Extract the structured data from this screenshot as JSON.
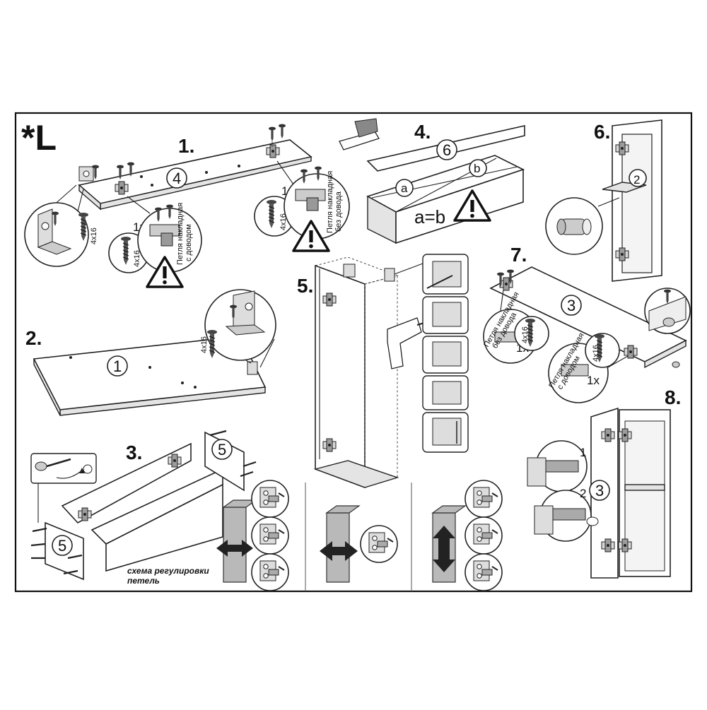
{
  "sheet": {
    "variant_label": "*L",
    "step_numbers": [
      "1.",
      "2.",
      "3.",
      "4.",
      "5.",
      "6.",
      "7.",
      "8."
    ]
  },
  "parts": {
    "p1": "1",
    "p2": "2",
    "p3": "3",
    "p4": "4",
    "p5": "5",
    "p6": "6"
  },
  "labels": {
    "screw_size": "4x16",
    "qty_one": "1x",
    "hinge_note_line1": "Петля накладная",
    "hinge_note_line2": "с доводом",
    "hinge_note_alt_line2": "без довода",
    "dim_a": "a",
    "dim_b": "b",
    "equation": "a=b",
    "hinge_step_1": "1",
    "hinge_step_2": "2",
    "adjust_caption_line1": "схема регулировки",
    "adjust_caption_line2": "петель"
  },
  "icons": {
    "warning": "warning-triangle-icon",
    "hammer": "hammer-icon",
    "screwdriver": "electric-screwdriver-icon",
    "screw": "screw-icon",
    "dowel": "dowel-icon",
    "hinge": "hinge-icon",
    "bracket": "corner-bracket-icon",
    "arrow_lr": "double-arrow-horizontal-icon",
    "arrow_ud": "double-arrow-vertical-icon"
  },
  "colors": {
    "ink": "#222222",
    "panel": "#ffffff",
    "shade": "#e4e4e4",
    "door": "#b9b9b9",
    "edge_marks": "#d04040"
  }
}
